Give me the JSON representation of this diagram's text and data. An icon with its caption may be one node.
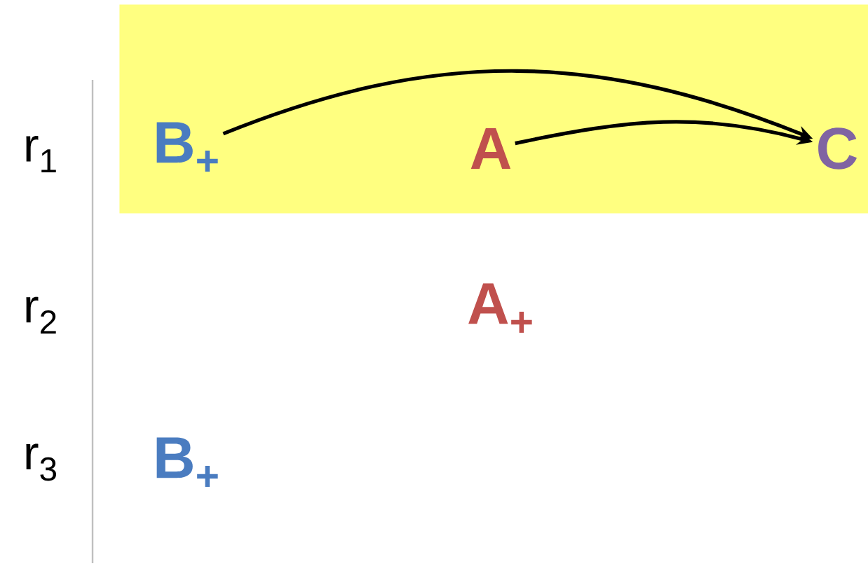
{
  "diagram": {
    "nodes": [
      {
        "text": [],
        "shape": "box"
      },
      {
        "text": [
          "B$_{+}$"
        ],
        "in": 0
      },
      {
        "text": [
          "A"
        ],
        "in": 0
      },
      {
        "text": [
          "C"
        ],
        "in": 0
      },
      {
        "text": [
          "A$_{+}$"
        ]
      },
      {
        "text": [
          "B$_{+}$"
        ]
      }
    ],
    "edges": [
      {
        "from": 1,
        "to": 3,
        "arrow": "to"
      },
      {
        "from": 2,
        "to": 3,
        "arrow": "to"
      }
    ],
    "labels": [
      "r$_{1}$",
      "r$_{2}$",
      "r$_{3}$"
    ]
  }
}
